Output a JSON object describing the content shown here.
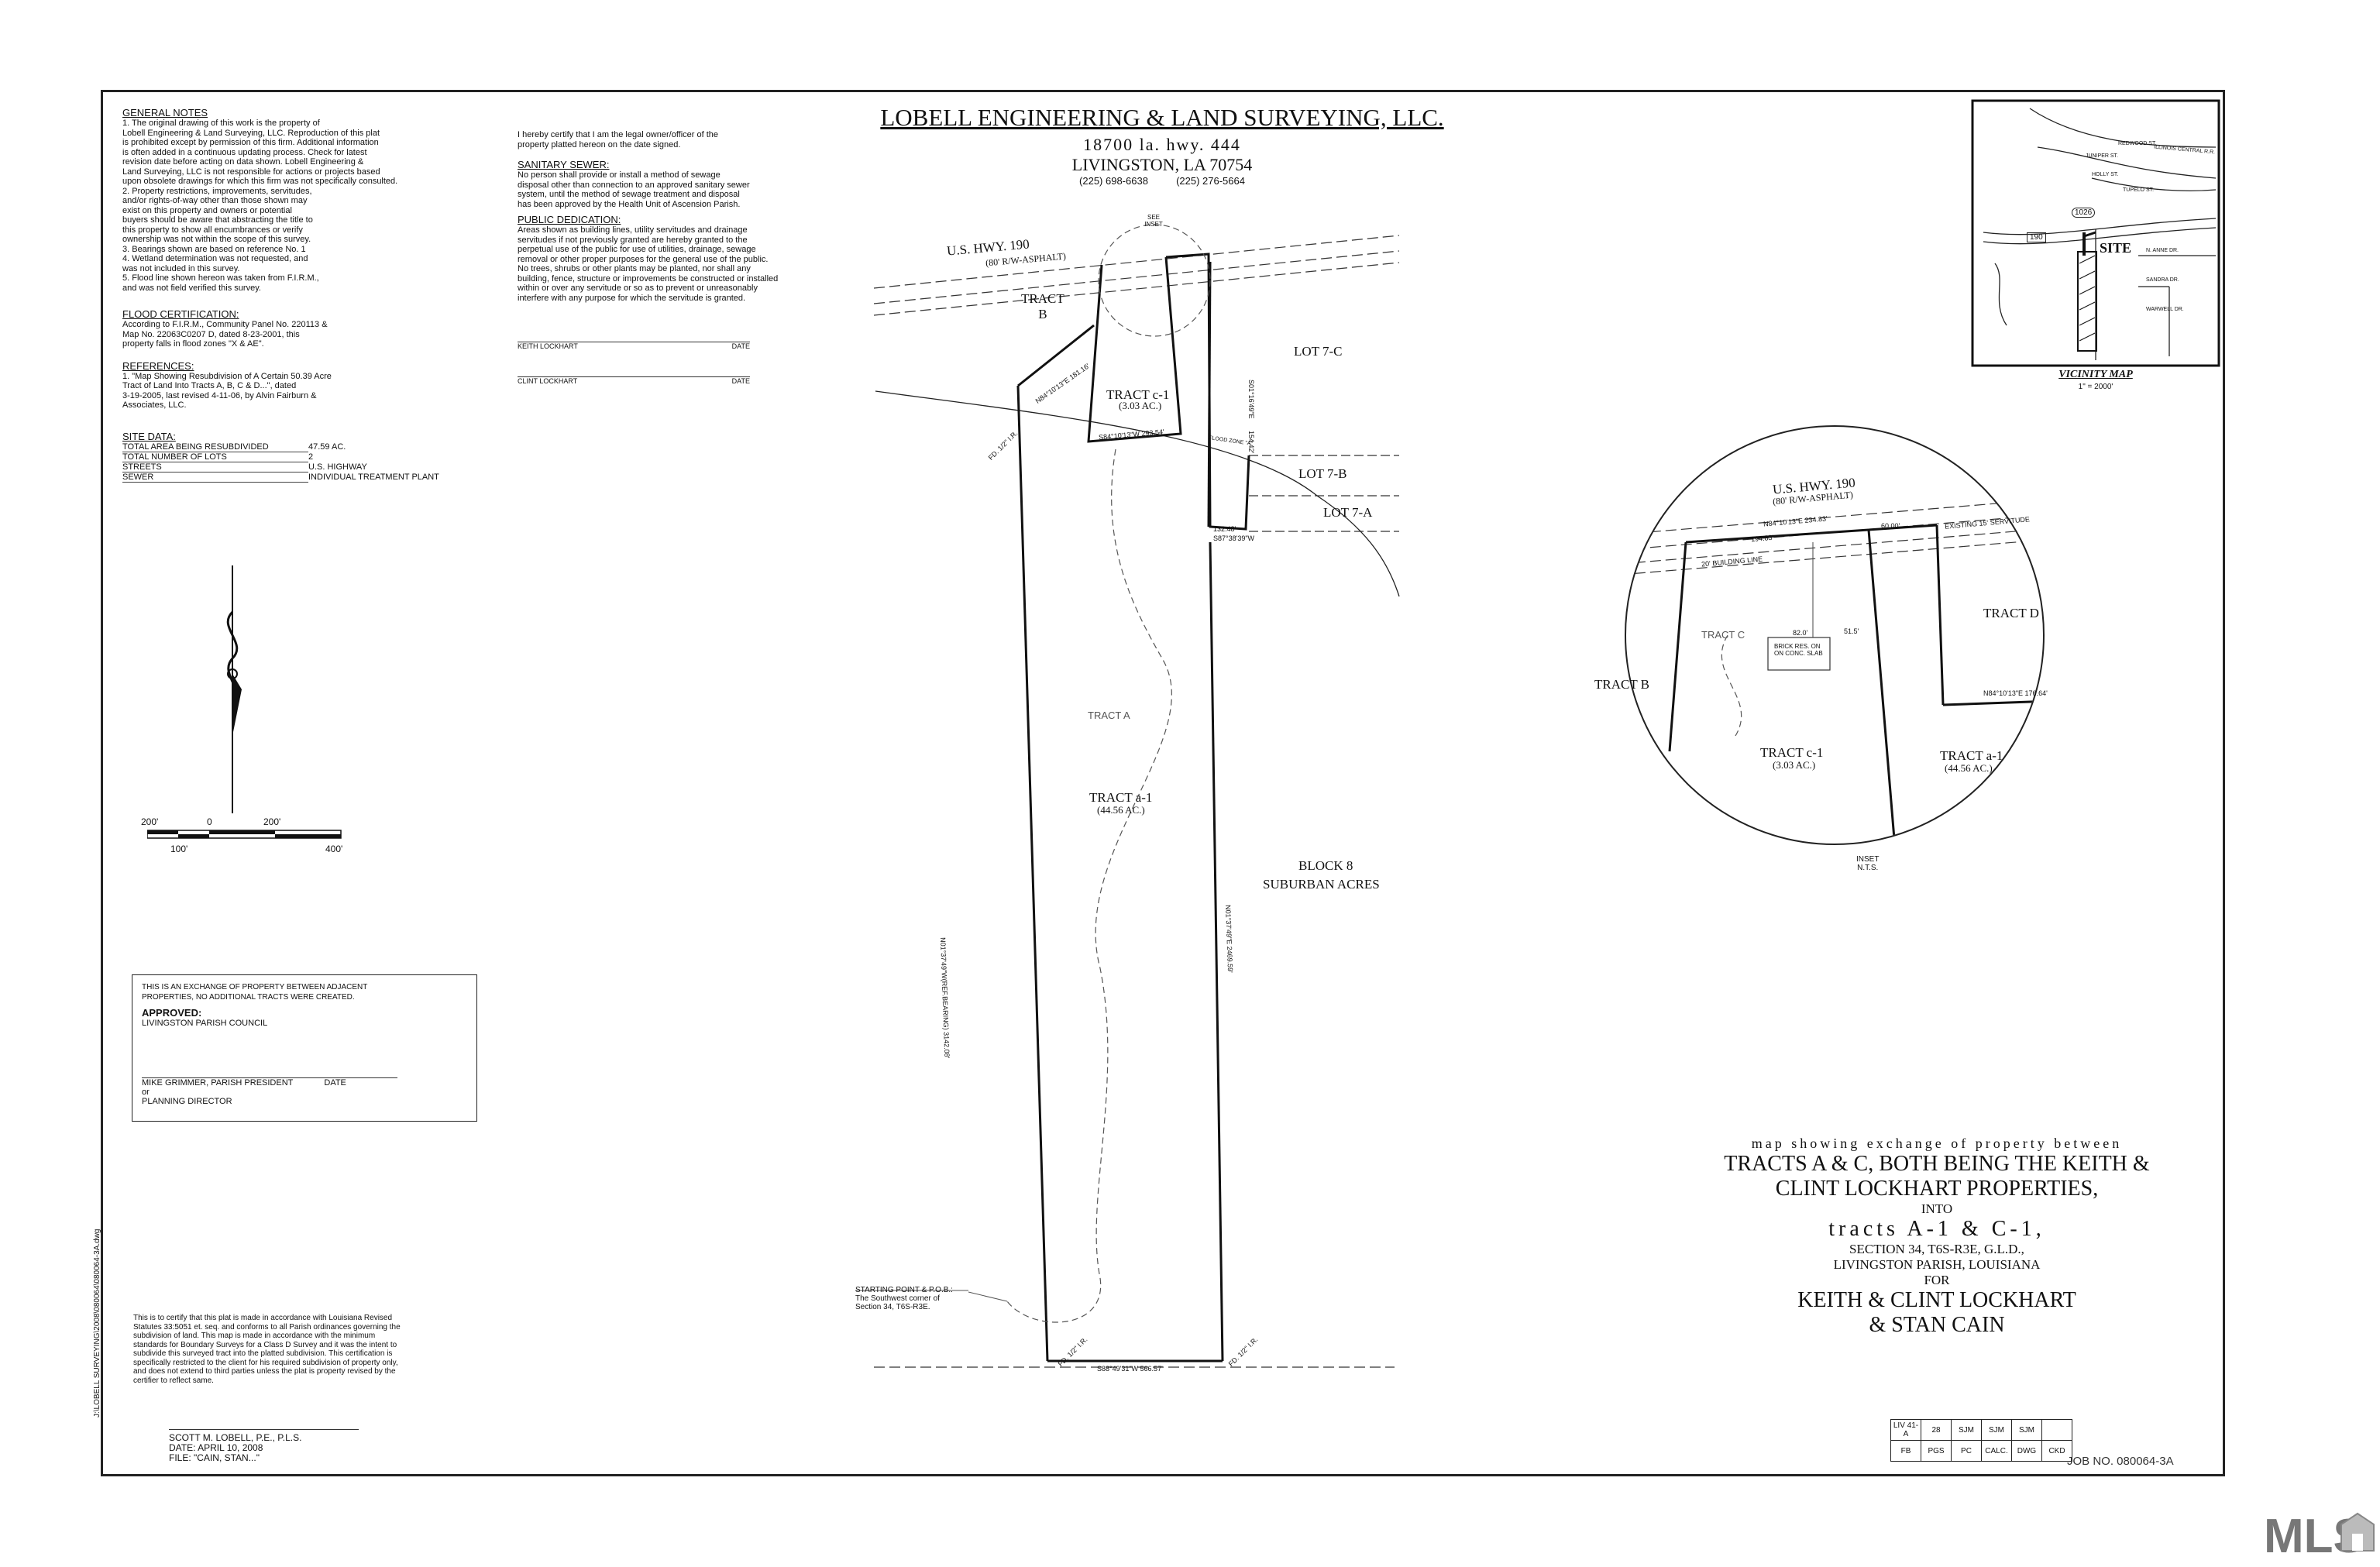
{
  "firm": {
    "name": "LOBELL ENGINEERING & LAND SURVEYING, LLC.",
    "address1": "18700 la. hwy. 444",
    "address2": "LIVINGSTON, LA 70754",
    "phone1": "(225) 698-6638",
    "phone2": "(225) 276-5664"
  },
  "general_notes": {
    "heading": "GENERAL NOTES",
    "text": "1. The original drawing of this work is the property of\nLobell Engineering & Land Surveying, LLC. Reproduction of this plat\nis prohibited except by permission of this firm. Additional information\nis often added in a continuous updating process. Check for latest\nrevision date before acting on data shown. Lobell Engineering &\nLand Surveying, LLC is not responsible for actions or projects based\nupon obsolete drawings for which this firm was not specifically consulted.\n2. Property restrictions, improvements, servitudes,\nand/or rights-of-way other than those shown may\nexist on this property and owners or potential\nbuyers should be aware that abstracting the title to\nthis property to show all encumbrances or verify\nownership was not within the scope of this survey.\n3. Bearings shown are based on reference No. 1\n4. Wetland determination was not requested, and\nwas not included in this survey.\n5. Flood line shown hereon was taken from F.I.R.M.,\nand was not field verified this survey."
  },
  "flood": {
    "heading": "FLOOD CERTIFICATION:",
    "text": "According to F.I.R.M., Community Panel No. 220113 &\nMap No. 22063C0207 D, dated 8-23-2001, this\nproperty falls in flood zones \"X & AE\"."
  },
  "references": {
    "heading": "REFERENCES:",
    "text": "1. \"Map Showing Resubdivision of A Certain 50.39 Acre\nTract of Land Into Tracts A, B, C & D...\", dated\n3-19-2005, last revised 4-11-06, by Alvin Fairburn &\nAssociates, LLC."
  },
  "site_data": {
    "heading": "SITE DATA:",
    "rows": [
      {
        "k": "TOTAL AREA BEING RESUBDIVIDED",
        "v": "47.59 AC."
      },
      {
        "k": "TOTAL NUMBER OF LOTS",
        "v": "2"
      },
      {
        "k": "STREETS",
        "v": "U.S. HIGHWAY"
      },
      {
        "k": "SEWER",
        "v": "INDIVIDUAL TREATMENT PLANT"
      }
    ]
  },
  "certify": {
    "text": "I hereby certify that I am the legal owner/officer of the\nproperty platted hereon on the date signed.",
    "sewer_heading": "SANITARY SEWER:",
    "sewer_text": "No person shall provide or install a method of sewage\ndisposal other than connection to an approved sanitary sewer\nsystem, until the method of sewage treatment and disposal\nhas been approved by the Health Unit of Ascension Parish.",
    "dedication_heading": "PUBLIC DEDICATION:",
    "dedication_text": "Areas shown as building lines, utility servitudes and drainage\nservitudes if not previously granted are hereby granted to the\nperpetual use of the public for use of utilities, drainage, sewage\nremoval or other proper purposes for the general use of the public.\nNo trees, shrubs or other plants may be planted, nor shall any\nbuilding, fence, structure or improvements be constructed or installed\nwithin or over any servitude or so as to prevent or unreasonably\ninterfere with any purpose for which the servitude is granted.",
    "sig1": "KEITH LOCKHART",
    "sig2": "CLINT LOCKHART",
    "date": "DATE"
  },
  "scale": {
    "l200": "200'",
    "l0": "0",
    "r200": "200'",
    "l100": "100'",
    "r400": "400'"
  },
  "approval": {
    "note": "THIS IS AN EXCHANGE OF PROPERTY BETWEEN ADJACENT\nPROPERTIES, NO ADDITIONAL TRACTS WERE CREATED.",
    "approved": "APPROVED:",
    "council": "LIVINGSTON PARISH COUNCIL",
    "president": "MIKE GRIMMER, PARISH PRESIDENT",
    "or": "or",
    "director": "PLANNING DIRECTOR",
    "date": "DATE"
  },
  "surveyor_cert": "This is to certify that this plat is made in accordance with Louisiana Revised\nStatutes 33:5051 et. seq. and conforms to all Parish ordinances governing the\nsubdivision of land. This map is made in accordance with the minimum\nstandards for Boundary Surveys for a Class D Survey and it was the intent to\nsubdivide this surveyed tract into the platted subdivision. This certification is\nspecifically restricted to the client for his required subdivision of property only,\nand does not extend to third parties unless the plat is property revised by the\ncertifier to reflect same.",
  "surveyor": {
    "name": "SCOTT M. LOBELL, P.E., P.L.S.",
    "date": "DATE: APRIL 10, 2008",
    "file": "FILE: \"CAIN, STAN...\""
  },
  "side_text": "J:\\LOBELL SURVEYING\\2008\\080064\\080064-3A.dwg",
  "plat": {
    "hwy": "U.S. HWY. 190",
    "hwy_sub": "(80' R/W-ASPHALT)",
    "tract_b": "TRACT\nB",
    "lot7c": "LOT 7-C",
    "lot7b": "LOT 7-B",
    "lot7a": "LOT 7-A",
    "tract_c1": "TRACT c-1",
    "tract_c1_ac": "(3.03 AC.)",
    "tract_a": "TRACT A",
    "tract_a1": "TRACT a-1",
    "tract_a1_ac": "(44.56 AC.)",
    "block": "BLOCK 8",
    "suburban": "SUBURBAN ACRES",
    "see_inset": "SEE INSET",
    "start": "STARTING POINT & P.O.B.:\nThe Southwest corner of\nSection 34, T6S-R3E.",
    "b_south": "S88°49'31\"W  566.57'",
    "b_c1_south": "S84°10'13\"W  293.54'",
    "b_c1_south2": "S87°38'39\"W",
    "d132": "132.48'",
    "b_west_long": "N01°37'49\"W(REF.BEARING)  3142.08'",
    "b_east_long": "N01°37'49\"E  2469.59'",
    "b_e_c1": "S01°16'49\"E",
    "d154": "154.42'",
    "b_nw": "N84°10'13\"E  181.16'",
    "flood_zone": "FLOOD ZONE \"A\"",
    "fd": "FD. 1/2\" I.R."
  },
  "inset": {
    "hwy": "U.S. HWY. 190",
    "hwy_sub": "(80' R/W-ASPHALT)",
    "bearing": "N84°10'13\"E  234.83'",
    "d194": "194.83'",
    "d60": "60.00'",
    "servitude": "EXISTING 15' SERVITUDE",
    "bldg": "20' BUILDING LINE",
    "tract_c": "TRACT C",
    "tract_d": "TRACT D",
    "tract_b": "TRACT B",
    "brick": "BRICK RES. ON\nON CONC. SLAB",
    "d82": "82.0'",
    "d51": "51.5'",
    "tract_c1": "TRACT c-1",
    "tract_c1_ac": "(3.03 AC.)",
    "tract_a1": "TRACT a-1",
    "tract_a1_ac": "(44.56 AC.)",
    "b_d": "N84°10'13\"E  176.64'",
    "label": "INSET\nN.T.S."
  },
  "vicinity": {
    "title": "VICINITY MAP",
    "scale": "1\" = 2000'",
    "site": "SITE",
    "streets": [
      "REDWOOD ST.",
      "JUNIPER ST.",
      "HOLLY ST.",
      "TUPELO ST.",
      "ILLINOIS CENTRAL R.R.",
      "SANDRA DR.",
      "WARWELL DR.",
      "N. ANNE DR."
    ],
    "route": "1026",
    "hwy": "190"
  },
  "title_block": {
    "line1": "map showing exchange of property between",
    "line2": "TRACTS A & C, BOTH BEING THE KEITH &",
    "line3": "CLINT LOCKHART PROPERTIES,",
    "line4": "INTO",
    "line5": "tracts A-1 & C-1,",
    "line6": "SECTION 34, T6S-R3E, G.L.D.,",
    "line7": "LIVINGSTON PARISH, LOUISIANA",
    "line8": "FOR",
    "line9": "KEITH & CLINT LOCKHART",
    "line10": "& STAN CAIN"
  },
  "record_block": {
    "top": [
      "LIV 41-A",
      "28",
      "SJM",
      "SJM",
      "SJM"
    ],
    "bottom": [
      "FB",
      "PGS",
      "PC",
      "CALC.",
      "DWG",
      "CKD"
    ],
    "job": "JOB NO. 080064-3A"
  },
  "watermark": "MLS"
}
